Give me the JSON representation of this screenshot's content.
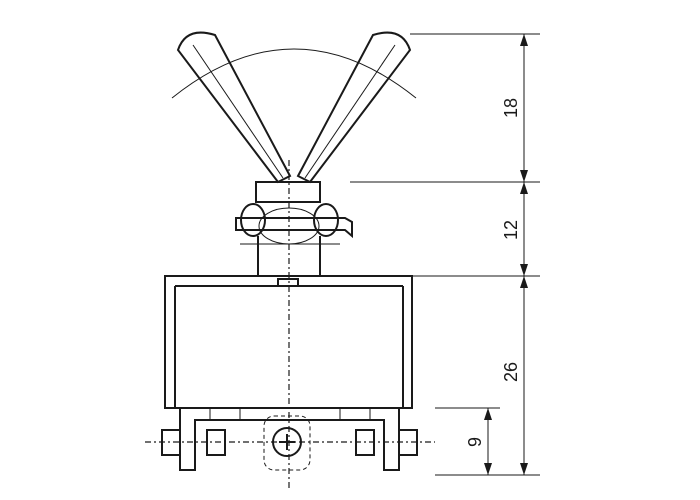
{
  "dimensions": {
    "lever_height": "18",
    "bushing_height": "12",
    "body_height": "26",
    "terminal_height": "9"
  }
}
